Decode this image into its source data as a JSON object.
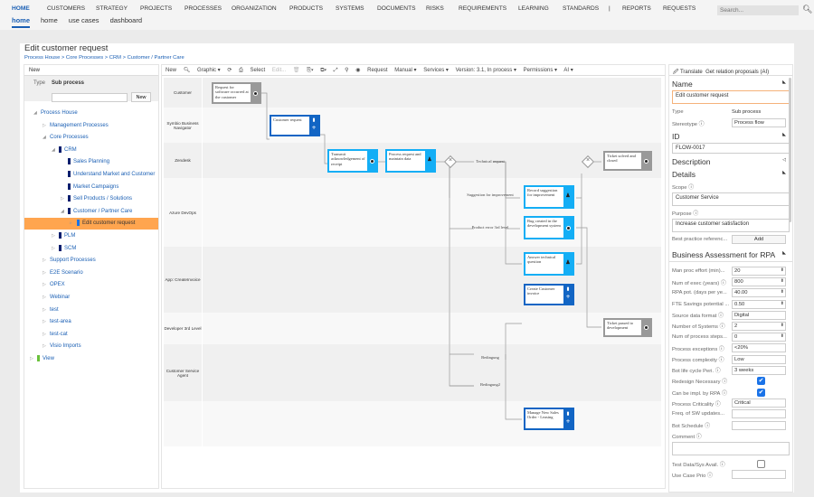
{
  "nav": {
    "items": [
      "HOME",
      "CUSTOMERS",
      "STRATEGY",
      "PROJECTS",
      "PROCESSES",
      "ORGANIZATION",
      "PRODUCTS",
      "SYSTEMS",
      "DOCUMENTS",
      "RISKS",
      "REQUIREMENTS",
      "LEARNING",
      "STANDARDS",
      "|",
      "REPORTS",
      "REQUESTS"
    ],
    "sub": [
      "home",
      "home",
      "use cases",
      "dashboard"
    ],
    "search_placeholder": "Search..."
  },
  "page": {
    "title": "Edit customer request",
    "breadcrumb": "Process House  >  Core Processes  >  CRM  >  Customer / Partner Care"
  },
  "left": {
    "new": "New",
    "type_label": "Type",
    "type_value": "Sub process",
    "new_button": "New",
    "tree": [
      "Process House",
      "Management Processes",
      "Core Processes",
      "CRM",
      "Sales Planning",
      "Understand Market and Customer",
      "Market Campaigns",
      "Sell Products / Solutions",
      "Customer / Partner Care",
      "Edit customer request",
      "PLM",
      "SCM",
      "Support Processes",
      "E2E Scenario",
      "OPEX",
      "Webinar",
      "test",
      "test-area",
      "test-cat",
      "Visio Imports",
      "View"
    ]
  },
  "toolbar": {
    "new": "New",
    "graphic": "Graphic ▾",
    "select": "Select",
    "edit": "Edit...",
    "request": "Request",
    "manual": "Manual ▾",
    "services": "Services ▾",
    "version": "Version: 3.1, In process ▾",
    "permissions": "Permissions ▾",
    "ai": "AI ▾"
  },
  "diagram": {
    "lanes": [
      "Customer",
      "Symbio Business Navigator",
      "Zendesk",
      "Azure DevOps",
      "App: CreateInvoice",
      "Developer 3rd Level",
      "Customer Service Agent",
      ""
    ],
    "nodes": [
      "Request for software occurred at the customer",
      "Customer request",
      "Transmit acknowledgement of receipt",
      "Process request and maintain data",
      "Ticket solved and closed",
      "Record suggestion for improvement",
      "Bug created in the development system",
      "Answer technical question",
      "Create Customer invoice",
      "Ticket passed to development",
      "Manage New Sales Order - Leasing"
    ],
    "edge_labels": [
      "Technical request",
      "Suggestion for improvement",
      "Product error 3rd level",
      "Bedingung",
      "Bedingung2"
    ],
    "colors": {
      "event": "#999999",
      "task_light": "#14aef5",
      "task_dark": "#1265c4"
    }
  },
  "right": {
    "translate": "Translate",
    "proposals": "Get relation proposals (AI)",
    "name_h": "Name",
    "name_value": "Edit customer request",
    "type_label": "Type",
    "type_value": "Sub process",
    "stereo_label": "Stereotype",
    "stereo_value": "Process flow",
    "id_h": "ID",
    "id_value": "FLOW-0017",
    "desc_h": "Description",
    "details_h": "Details",
    "scope_label": "Scope",
    "scope_value": "Customer Service",
    "purpose_label": "Purpose",
    "purpose_value": "Increase customer satisfaction",
    "best_label": "Best practice referenc...",
    "add": "Add",
    "rpa_h": "Business Assessment for RPA",
    "rows": [
      {
        "l": "Man proc effort (min)...",
        "v": "20"
      },
      {
        "l": "Num of exec (years)",
        "v": "800"
      },
      {
        "l": "RPA pot. (days per ye...",
        "v": "40.00"
      },
      {
        "l": "FTE Savings potential ...",
        "v": "0.50"
      },
      {
        "l": "Source data format",
        "v": "Digital"
      },
      {
        "l": "Number of Systems",
        "v": "2"
      },
      {
        "l": "Num of process steps...",
        "v": "0"
      },
      {
        "l": "Process exceptions",
        "v": "<20%"
      },
      {
        "l": "Process complexity",
        "v": "Low"
      },
      {
        "l": "Bot life cycle Peri.",
        "v": "3 weeks"
      },
      {
        "l": "Redesign Necessary",
        "v": true
      },
      {
        "l": "Can be impl. by RPA",
        "v": true
      },
      {
        "l": "Process Criticality",
        "v": "Critical"
      },
      {
        "l": "Freq. of SW updates...",
        "v": ""
      },
      {
        "l": "Bot Schedule",
        "v": ""
      },
      {
        "l": "Comment",
        "v": ""
      },
      {
        "l": "Test Data/Sys Avail.",
        "v": false
      },
      {
        "l": "Use Case Prio",
        "v": ""
      }
    ]
  }
}
